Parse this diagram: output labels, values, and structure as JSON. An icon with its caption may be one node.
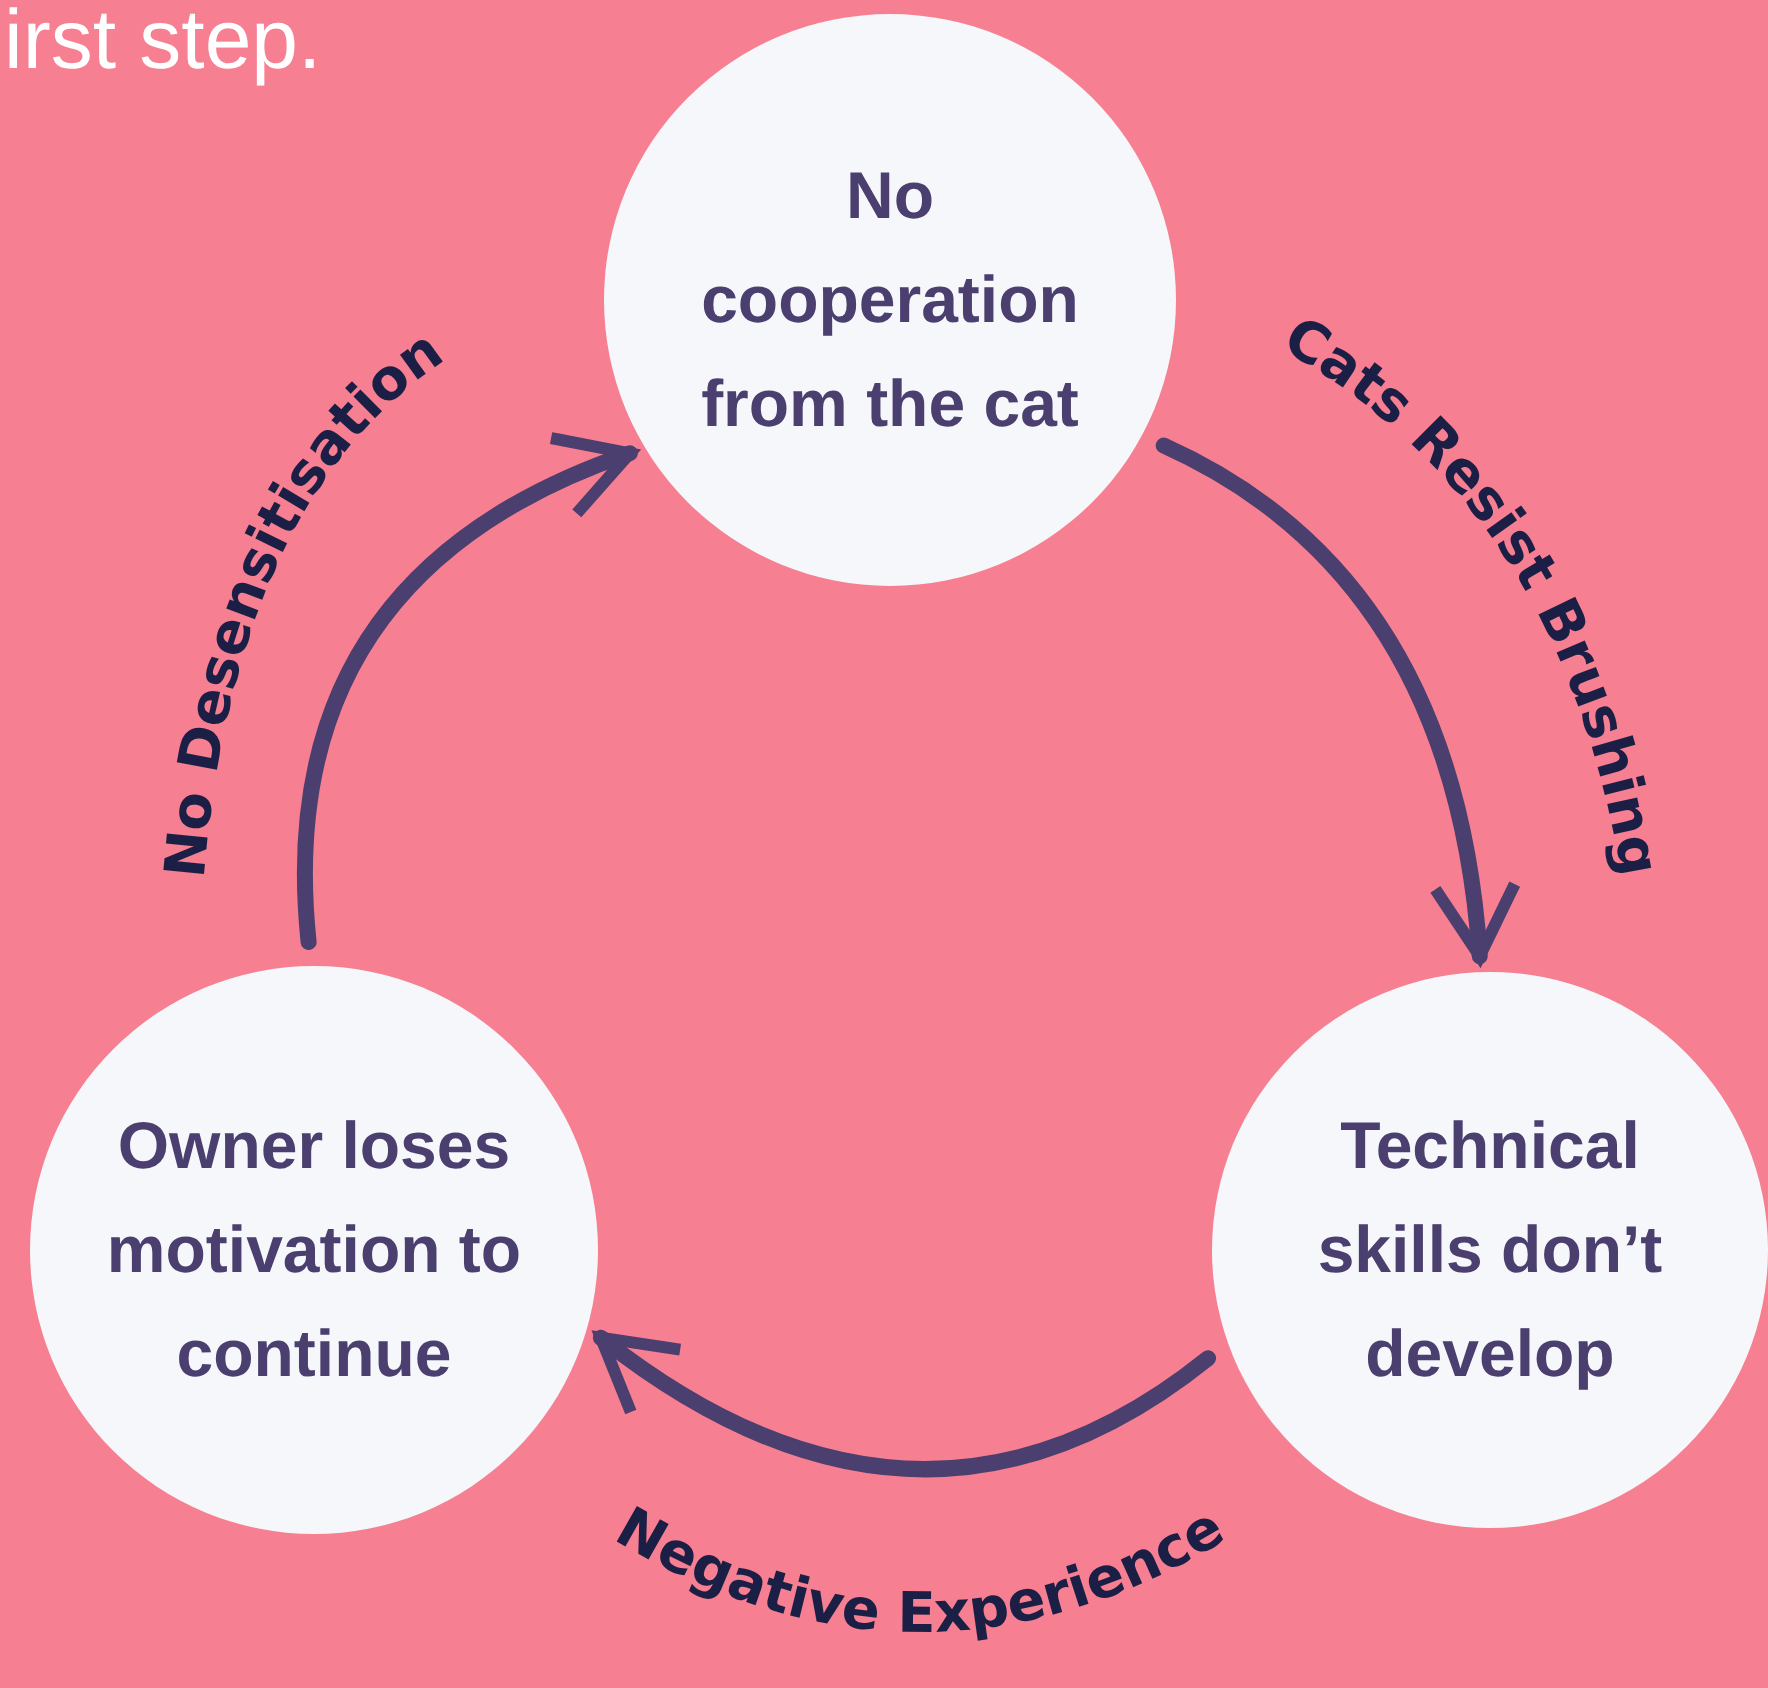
{
  "diagram": {
    "nodes": [
      {
        "text": [
          "No cooperation from the cat"
        ]
      },
      {
        "text": [
          "Owner loses motivation to continue"
        ]
      },
      {
        "text": [
          "Technical skills don’t develop"
        ]
      }
    ],
    "edges": [
      {
        "from": 0,
        "to": 2,
        "arrow": "to",
        "label": "Cats Resist Brushing"
      },
      {
        "from": 2,
        "to": 1,
        "arrow": "to",
        "label": "Negative Experience"
      },
      {
        "from": 1,
        "to": 0,
        "arrow": "to",
        "label": "No Desensitisation"
      }
    ],
    "labels": [
      "irst step."
    ]
  }
}
